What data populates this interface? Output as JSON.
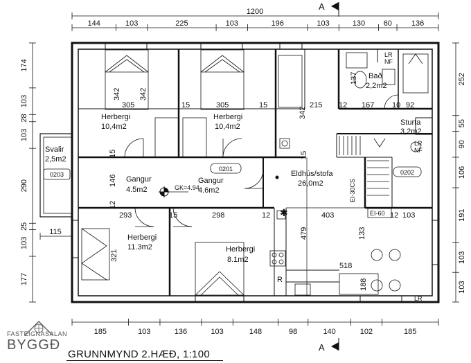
{
  "title": "GRUNNMYND 2.HÆÐ, 1:100",
  "logo": {
    "small": "FASTEIGNASALAN",
    "big": "BYGGÐ"
  },
  "section_label": "A",
  "dims": {
    "total": "1200",
    "top": [
      "144",
      "103",
      "225",
      "103",
      "196",
      "103",
      "130",
      "60",
      "136"
    ],
    "bottom": [
      "185",
      "103",
      "136",
      "103",
      "148",
      "98",
      "140",
      "102",
      "185"
    ],
    "left": [
      "174",
      "103",
      "28",
      "103",
      "290",
      "25",
      "103",
      "177"
    ],
    "right": [
      "252",
      "55",
      "90",
      "106",
      "191",
      "103",
      "103"
    ],
    "balcony": "115"
  },
  "rooms": [
    {
      "key": "herb1",
      "name": "Herbergi",
      "area": "10,4m2"
    },
    {
      "key": "herb2",
      "name": "Herbergi",
      "area": "10,4m2"
    },
    {
      "key": "bad",
      "name": "Bað",
      "area": "2,2m2"
    },
    {
      "key": "sturta",
      "name": "Sturta",
      "area": "3,2m2"
    },
    {
      "key": "svalir",
      "name": "Svalir",
      "area": "2,5m2"
    },
    {
      "key": "gangur1",
      "name": "Gangur",
      "area": "4.5m2"
    },
    {
      "key": "gangur2",
      "name": "Gangur",
      "area": "4.6m2"
    },
    {
      "key": "eldhus",
      "name": "Eldhús/stofa",
      "area": "26,0m2"
    },
    {
      "key": "herb3",
      "name": "Herbergi",
      "area": "11.3m2"
    },
    {
      "key": "herb4",
      "name": "Herbergi",
      "area": "8.1m2"
    }
  ],
  "codes": [
    "0201",
    "0202",
    "0203"
  ],
  "gk": "GK=4.94",
  "el30": "EI-30CS",
  "el60": "EI-60",
  "inner": {
    "d342a": "342",
    "d342b": "342",
    "d305a": "305",
    "d305b": "305",
    "d15a": "15",
    "d15b": "15",
    "d342c": "342",
    "d215": "215",
    "d12a": "12",
    "d167": "167",
    "d10": "10",
    "d92": "92",
    "d137": "137",
    "d15c": "15",
    "d15d": "15",
    "d146": "146",
    "d12b": "12",
    "d293": "293",
    "d15e": "15",
    "d298": "298",
    "d12c": "12",
    "d403": "403",
    "d12d": "12",
    "d103": "103",
    "d133": "133",
    "d479": "479",
    "d321": "321",
    "d518": "518",
    "d188": "188"
  },
  "labels": {
    "lr": "LR",
    "nf": "NF",
    "r": "R"
  }
}
